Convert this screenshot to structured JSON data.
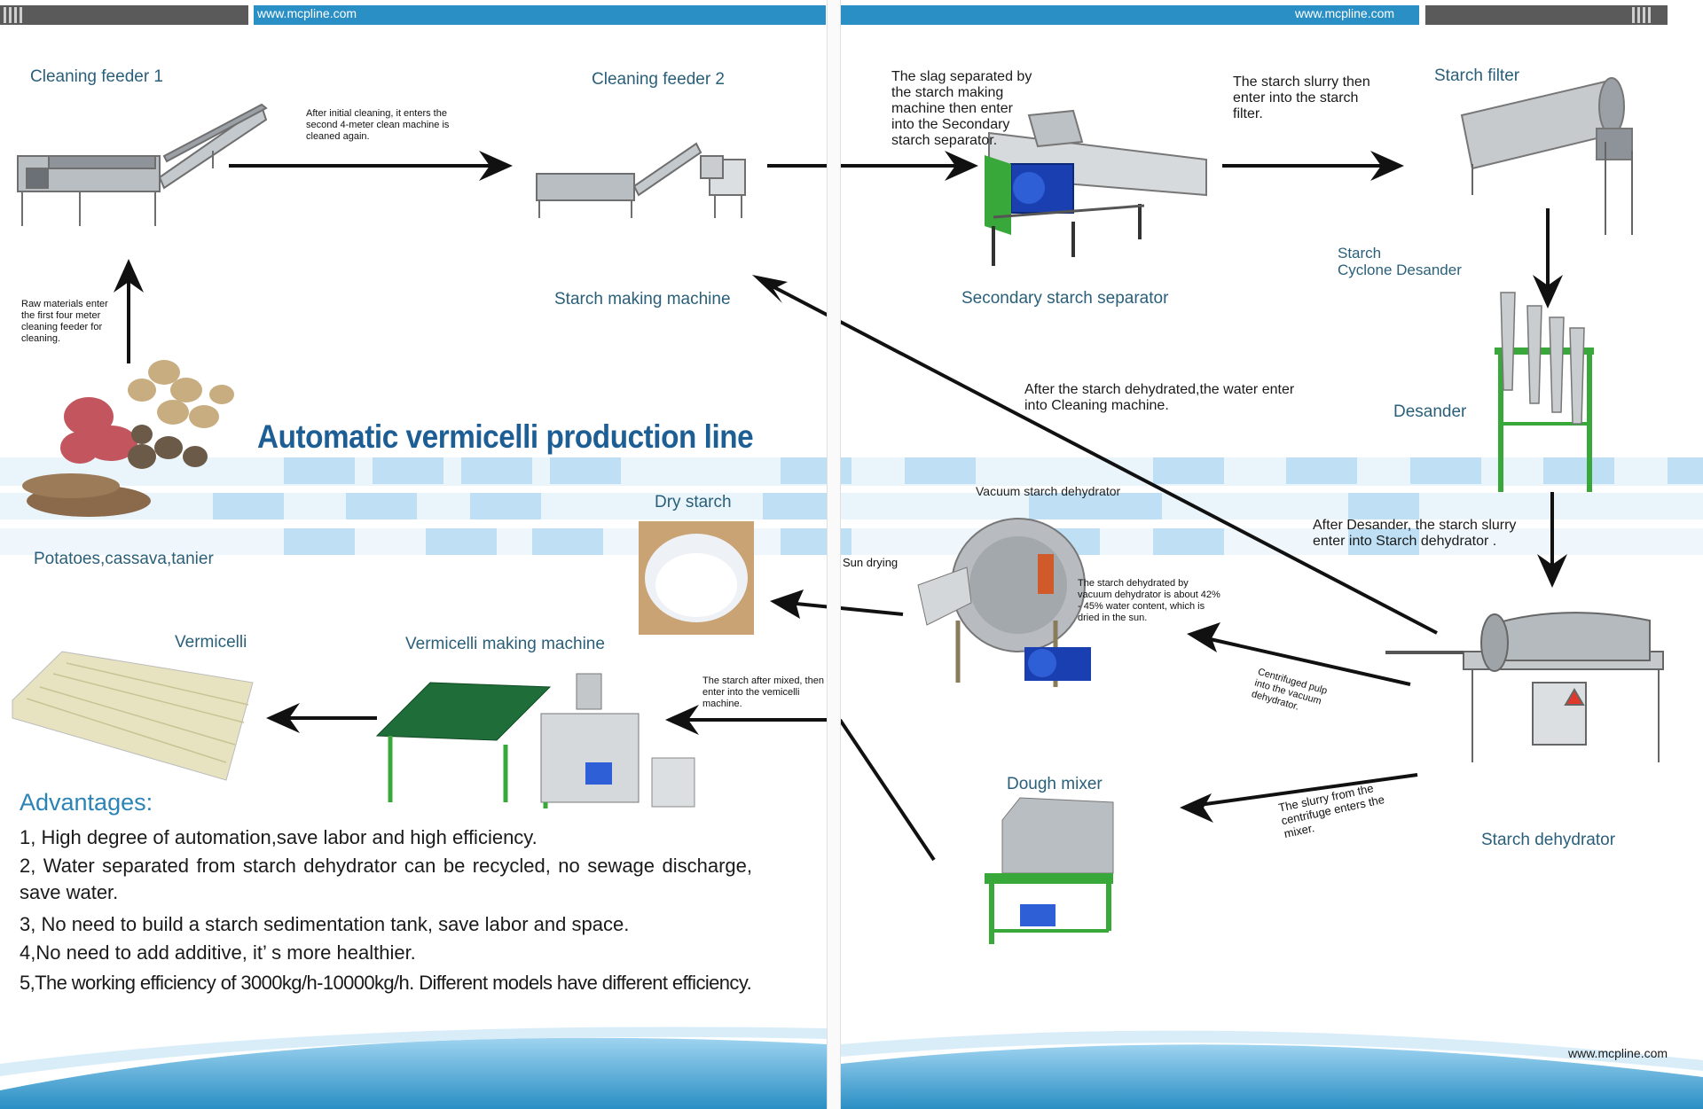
{
  "header": {
    "url_left": "www.mcpline.com",
    "url_right": "www.mcpline.com",
    "url_footer": "www.mcpline.com"
  },
  "title": "Automatic vermicelli production line",
  "machines": {
    "cleaning_feeder_1": "Cleaning feeder 1",
    "cleaning_feeder_2": "Cleaning feeder 2",
    "starch_making_machine": "Starch making machine",
    "secondary_starch_separator": "Secondary starch separator",
    "starch_filter": "Starch filter",
    "cyclone_desander": "Starch\nCyclone Desander",
    "desander": "Desander",
    "starch_dehydrator": "Starch dehydrator",
    "vacuum_starch_dehydrator": "Vacuum starch dehydrator",
    "dough_mixer": "Dough mixer",
    "dry_starch": "Dry starch",
    "vermicelli_making_machine": "Vermicelli making machine",
    "vermicelli": "Vermicelli",
    "raw_materials": "Potatoes,cassava,tanier"
  },
  "notes": {
    "after_initial_cleaning": "After initial cleaning, it enters the second 4-meter clean machine is cleaned again.",
    "raw_materials_enter": "Raw materials enter the first four meter cleaning feeder for cleaning.",
    "slag_separated": "The slag separated by the starch making machine then enter into the Secondary starch separator.",
    "slurry_to_filter": "The starch slurry then enter into the starch filter.",
    "water_recycle": "After the starch dehydrated,the water enter into Cleaning machine.",
    "after_desander": "After Desander, the starch slurry enter into  Starch dehydrator .",
    "sun_drying": "Sun drying",
    "vacuum_water": "The starch dehydrated by vacuum dehydrator is about 42% - 45% water content, which is dried in the sun.",
    "centrifuged_pulp": "Centrifuged pulp into the vacuum dehydrator.",
    "slurry_to_mixer": "The slurry from the centrifuge enters the mixer.",
    "mixed_to_vermicelli": "The starch after mixed, then enter into the vemicelli machine."
  },
  "advantages": {
    "heading": "Advantages:",
    "items": [
      "1, High degree of automation,save labor and high efficiency.",
      "2,  Water  separated  from  starch  dehydrator  can  be  recycled,  no  sewage discharge, save water.",
      "3, No need to build a starch sedimentation tank, save labor and space.",
      "4,No need to add additive, it’ s more healthier.",
      "5,The working efficiency of 3000kg/h-10000kg/h. Different models have different efficiency."
    ]
  },
  "colors": {
    "accent": "#2a8fc4",
    "title": "#1d5f95",
    "label": "#2a5f7a",
    "frame_green": "#4caf3a",
    "band_light": "#d8ecf8"
  }
}
